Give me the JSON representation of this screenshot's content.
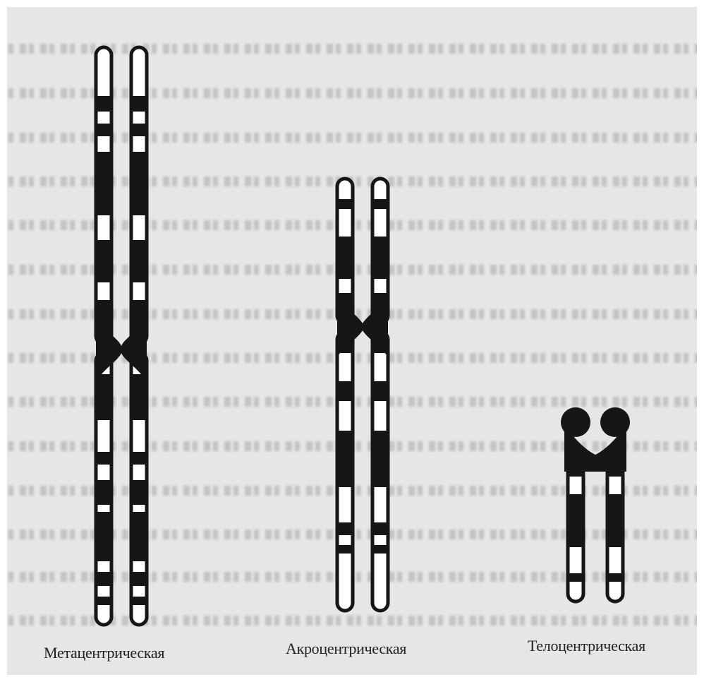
{
  "chromosomes": [
    {
      "id": "metacentric",
      "label": "Метацентрическая"
    },
    {
      "id": "acrocentric",
      "label": "Акроцентрическая"
    },
    {
      "id": "telocentric",
      "label": "Телоцентрическая"
    }
  ]
}
